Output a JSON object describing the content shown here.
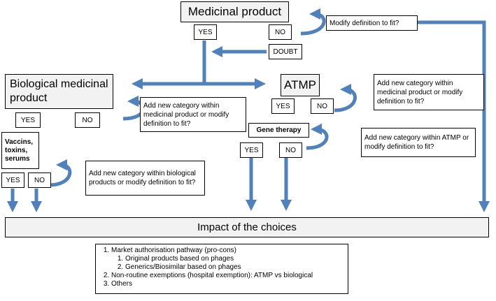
{
  "colors": {
    "arrow": "#4f81bd",
    "arrow_edge": "#385d8a",
    "box_fill": "#f2f2f2"
  },
  "nodes": {
    "medicinal_product": "Medicinal product",
    "biological_medicinal_product": "Biological medicinal product",
    "atmp": "ATMP",
    "vaccins": "Vaccins, toxins, serums",
    "gene_therapy": "Gene therapy",
    "impact": "Impact of the choices"
  },
  "choices": {
    "yes": "YES",
    "no": "NO",
    "doubt": "DOUBT"
  },
  "notes": {
    "modify_definition": "Modify definition to fit?",
    "new_category_medicinal": "Add new category within medicinal product or modify definition to fit?",
    "new_category_biological": "Add new category within biological products or modify definition to fit?",
    "new_category_atmp": "Add new category within ATMP or modify definition to fit?"
  },
  "impact_list": {
    "item1": "Market authorisation pathway (pro-cons)",
    "item1_sub1": "Original products based on phages",
    "item1_sub2": "Generics/Biosimilar based on phages",
    "item2": "Non-routine exemptions (hospital exemption): ATMP vs biological",
    "item3": "Others"
  }
}
